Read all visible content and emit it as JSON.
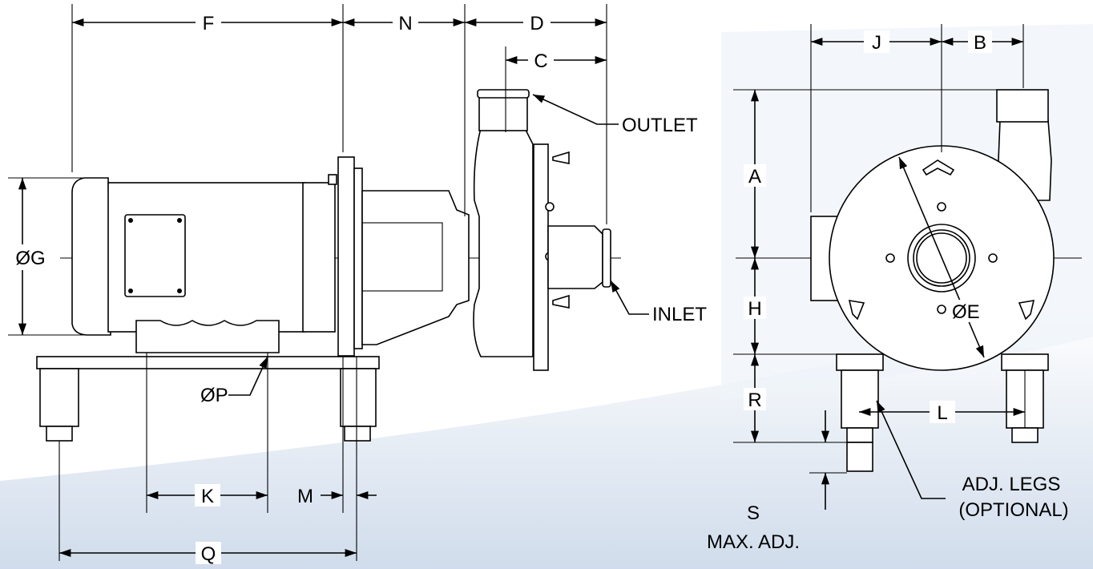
{
  "colors": {
    "line": "#000000",
    "background_top": "#ffffff",
    "background_swoosh": "#c8d6e8"
  },
  "side_view": {
    "dims": {
      "F": "F",
      "N": "N",
      "D": "D",
      "C": "C",
      "G": "ØG",
      "P": "ØP",
      "K": "K",
      "M": "M",
      "Q": "Q"
    },
    "callouts": {
      "outlet": "OUTLET",
      "inlet": "INLET"
    }
  },
  "end_view": {
    "dims": {
      "J": "J",
      "B": "B",
      "A": "A",
      "H": "H",
      "R": "R",
      "E": "ØE",
      "L": "L",
      "S": "S"
    },
    "callouts": {
      "max_adj": "MAX. ADJ.",
      "adj_legs_1": "ADJ. LEGS",
      "adj_legs_2": "(OPTIONAL)"
    }
  }
}
